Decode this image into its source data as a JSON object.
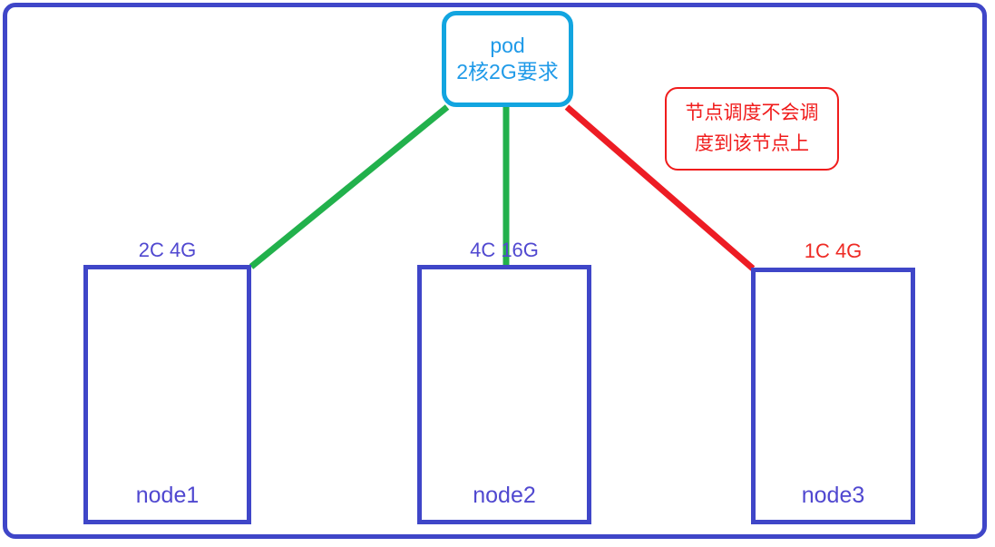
{
  "diagram": {
    "title_pod": {
      "line1": "pod",
      "line2": "2核2G要求"
    },
    "annotation": {
      "line1": "节点调度不会调",
      "line2": "度到该节点上"
    },
    "nodes": [
      {
        "name": "node1",
        "spec": "2C 4G",
        "spec_color": "#5048d0",
        "edge_color": "#22b14c",
        "schedulable": "true"
      },
      {
        "name": "node2",
        "spec": "4C 16G",
        "spec_color": "#5048d0",
        "edge_color": "#22b14c",
        "schedulable": "true"
      },
      {
        "name": "node3",
        "spec": "1C 4G",
        "spec_color": "#ee2a24",
        "edge_color": "#ed1c24",
        "schedulable": "false"
      }
    ],
    "colors": {
      "frame": "#3f46c8",
      "pod_border": "#12a5e0",
      "pod_text": "#1f9ae8",
      "node_border": "#3f46c8",
      "node_label": "#5048d0",
      "ok_edge": "#22b14c",
      "bad_edge": "#ed1c24",
      "annotation": "#f01c1c"
    }
  }
}
